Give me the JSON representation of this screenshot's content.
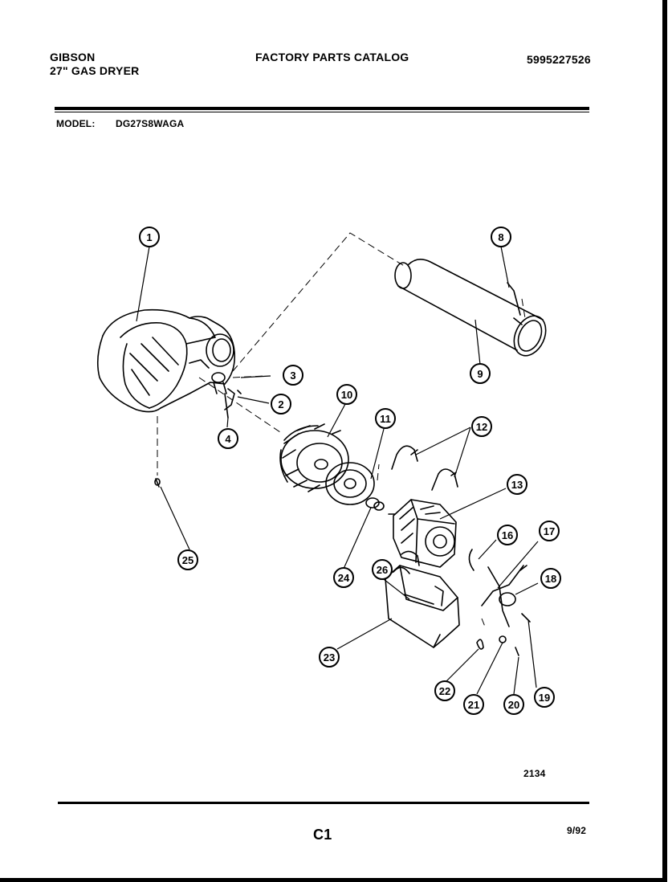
{
  "header": {
    "brand": "GIBSON",
    "product": "27\" GAS DRYER",
    "catalog_title": "FACTORY PARTS CATALOG",
    "catalog_number": "5995227526",
    "model_label": "MODEL:",
    "model_value": "DG27S8WAGA"
  },
  "diagram": {
    "callouts": [
      "1",
      "2",
      "3",
      "4",
      "8",
      "9",
      "10",
      "11",
      "12",
      "13",
      "16",
      "17",
      "18",
      "19",
      "20",
      "21",
      "22",
      "23",
      "24",
      "25",
      "26"
    ]
  },
  "footer": {
    "drawing_number": "2134",
    "page_code": "C1",
    "date": "9/92"
  }
}
